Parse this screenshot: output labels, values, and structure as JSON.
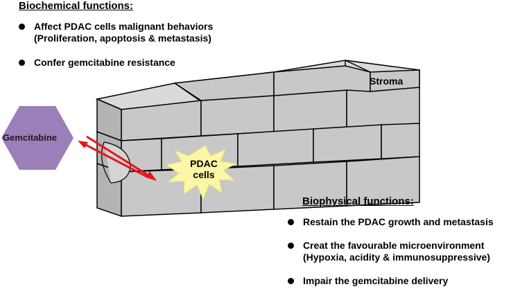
{
  "biochemical": {
    "heading": "Biochemical functions:",
    "items": [
      {
        "line1": "Affect PDAC cells malignant behaviors",
        "line2": "(Proliferation, apoptosis & metastasis)"
      },
      {
        "line1": "Confer gemcitabine resistance"
      }
    ]
  },
  "biophysical": {
    "heading": "Biophysical functions:",
    "items": [
      {
        "line1": "Restain the PDAC growth and metastasis"
      },
      {
        "line1": "Creat the favourable microenvironment",
        "line2": "(Hypoxia, acidity & immunosuppressive)"
      },
      {
        "line1": "Impair the gemcitabine delivery"
      }
    ]
  },
  "diagram": {
    "stroma_label": "Stroma",
    "drug_label": "Gemcitabine",
    "tumor_label_line1": "PDAC",
    "tumor_label_line2": "cells"
  },
  "colors": {
    "brick_front": "#c8c8c8",
    "brick_top": "#dadada",
    "brick_side": "#b4b4b4",
    "drug_fill": "#9b7fb8",
    "burst_fill": "#fbf7a6",
    "arrow": "#e8141c"
  }
}
